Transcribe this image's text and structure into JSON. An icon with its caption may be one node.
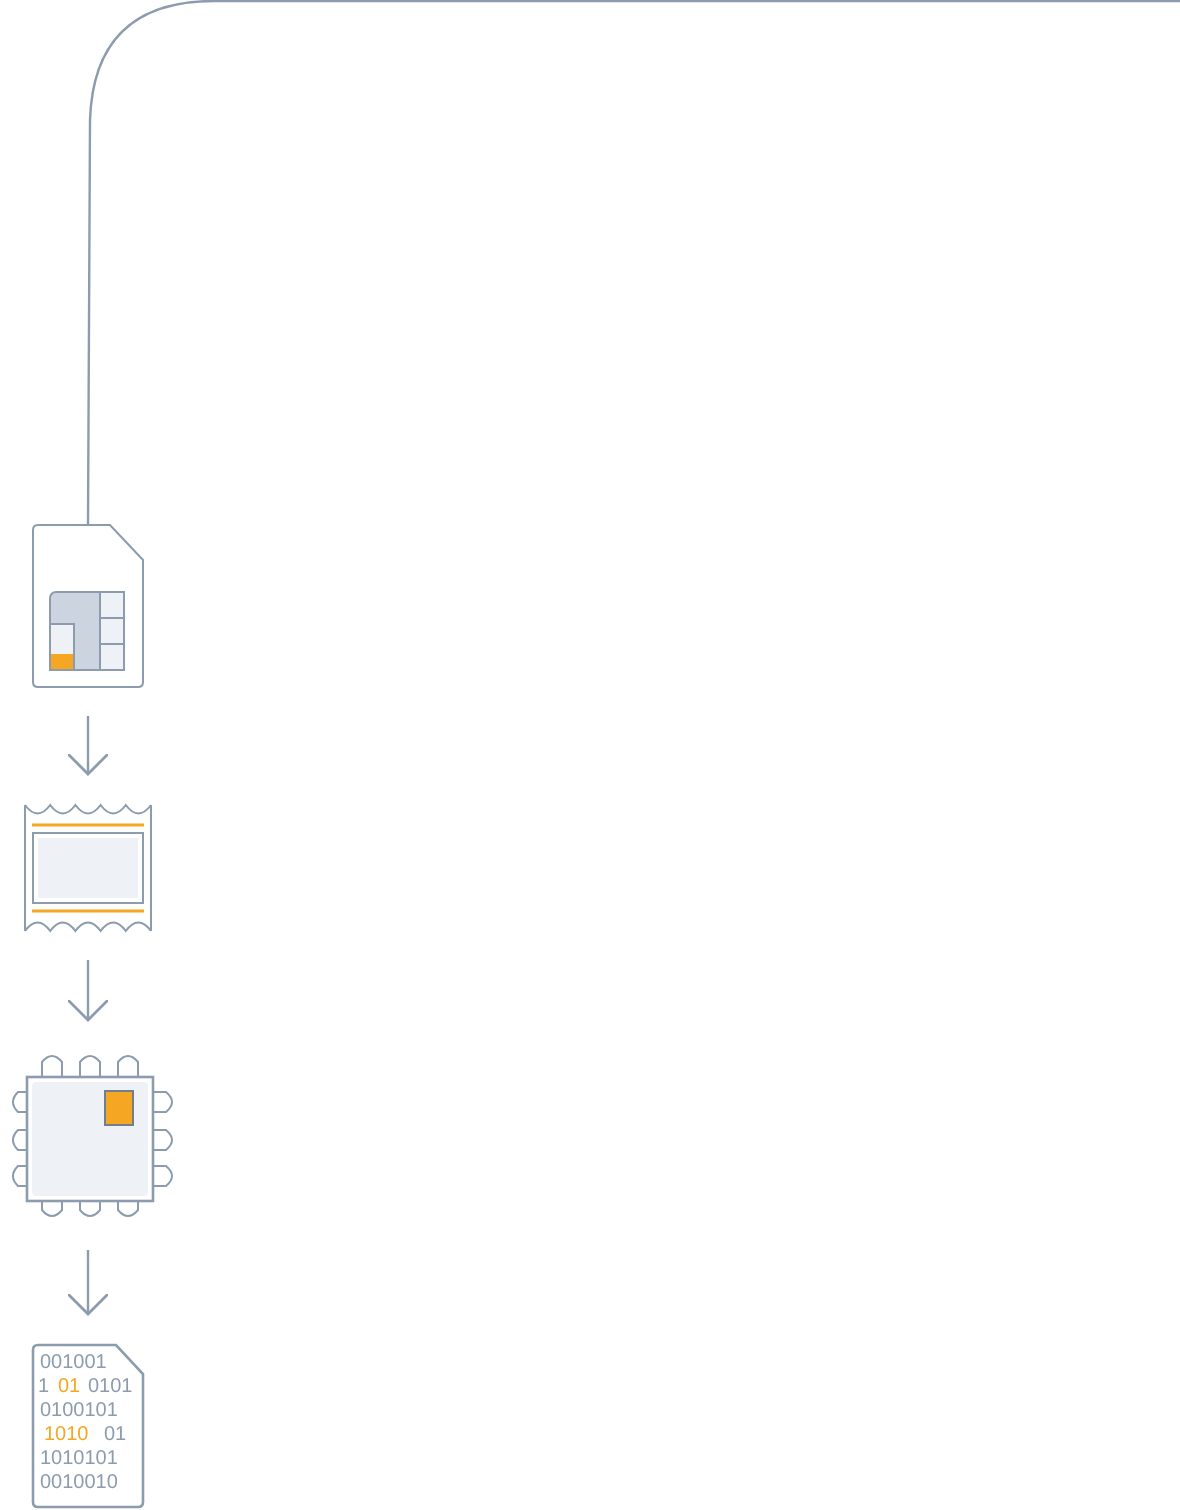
{
  "diagram": {
    "nodes": [
      {
        "text": [],
        "shape": "card"
      },
      {
        "text": [],
        "shape": "film"
      },
      {
        "text": [],
        "shape": "chip"
      },
      {
        "text": [],
        "shape": "file"
      }
    ],
    "edges": [
      {
        "from": 0,
        "to": null,
        "arrow": "none"
      },
      {
        "from": 0,
        "to": 1,
        "arrow": "to"
      },
      {
        "from": 1,
        "to": 2,
        "arrow": "to"
      },
      {
        "from": 2,
        "to": 3,
        "arrow": "to"
      }
    ],
    "labels": [
      "001001",
      "1",
      "01",
      "0101",
      "0100101",
      "1010",
      "01",
      "1010101",
      "0010010"
    ]
  }
}
